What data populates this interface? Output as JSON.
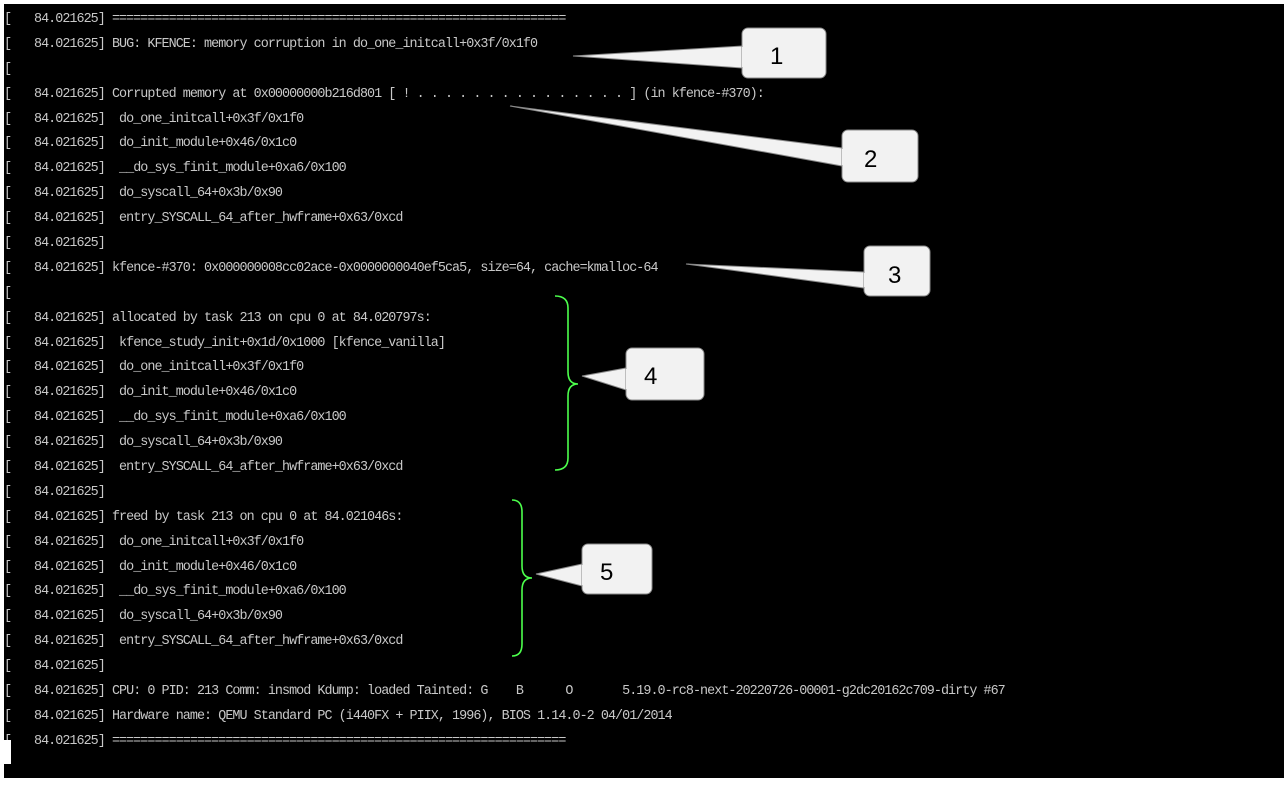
{
  "terminal": {
    "lines": [
      {
        "ts": "84.021625]",
        "msg": " ================================================================"
      },
      {
        "ts": "84.021625]",
        "msg": " BUG: KFENCE: memory corruption in do_one_initcall+0x3f/0x1f0"
      },
      {
        "ts": "",
        "msg": ""
      },
      {
        "ts": "84.021625]",
        "msg": " Corrupted memory at 0x00000000b216d801 [ ! . . . . . . . . . . . . . . . ] (in kfence-#370):"
      },
      {
        "ts": "84.021625]",
        "msg": "  do_one_initcall+0x3f/0x1f0"
      },
      {
        "ts": "84.021625]",
        "msg": "  do_init_module+0x46/0x1c0"
      },
      {
        "ts": "84.021625]",
        "msg": "  __do_sys_finit_module+0xa6/0x100"
      },
      {
        "ts": "84.021625]",
        "msg": "  do_syscall_64+0x3b/0x90"
      },
      {
        "ts": "84.021625]",
        "msg": "  entry_SYSCALL_64_after_hwframe+0x63/0xcd"
      },
      {
        "ts": "84.021625]",
        "msg": ""
      },
      {
        "ts": "84.021625]",
        "msg": " kfence-#370: 0x000000008cc02ace-0x0000000040ef5ca5, size=64, cache=kmalloc-64"
      },
      {
        "ts": "",
        "msg": ""
      },
      {
        "ts": "84.021625]",
        "msg": " allocated by task 213 on cpu 0 at 84.020797s:"
      },
      {
        "ts": "84.021625]",
        "msg": "  kfence_study_init+0x1d/0x1000 [kfence_vanilla]"
      },
      {
        "ts": "84.021625]",
        "msg": "  do_one_initcall+0x3f/0x1f0"
      },
      {
        "ts": "84.021625]",
        "msg": "  do_init_module+0x46/0x1c0"
      },
      {
        "ts": "84.021625]",
        "msg": "  __do_sys_finit_module+0xa6/0x100"
      },
      {
        "ts": "84.021625]",
        "msg": "  do_syscall_64+0x3b/0x90"
      },
      {
        "ts": "84.021625]",
        "msg": "  entry_SYSCALL_64_after_hwframe+0x63/0xcd"
      },
      {
        "ts": "84.021625]",
        "msg": ""
      },
      {
        "ts": "84.021625]",
        "msg": " freed by task 213 on cpu 0 at 84.021046s:"
      },
      {
        "ts": "84.021625]",
        "msg": "  do_one_initcall+0x3f/0x1f0"
      },
      {
        "ts": "84.021625]",
        "msg": "  do_init_module+0x46/0x1c0"
      },
      {
        "ts": "84.021625]",
        "msg": "  __do_sys_finit_module+0xa6/0x100"
      },
      {
        "ts": "84.021625]",
        "msg": "  do_syscall_64+0x3b/0x90"
      },
      {
        "ts": "84.021625]",
        "msg": "  entry_SYSCALL_64_after_hwframe+0x63/0xcd"
      },
      {
        "ts": "84.021625]",
        "msg": ""
      },
      {
        "ts": "84.021625]",
        "msg": " CPU: 0 PID: 213 Comm: insmod Kdump: loaded Tainted: G    B      O       5.19.0-rc8-next-20220726-00001-g2dc20162c709-dirty #67"
      },
      {
        "ts": "84.021625]",
        "msg": " Hardware name: QEMU Standard PC (i440FX + PIIX, 1996), BIOS 1.14.0-2 04/01/2014"
      },
      {
        "ts": "84.021625]",
        "msg": " ================================================================"
      }
    ]
  },
  "callouts": [
    {
      "label": "1"
    },
    {
      "label": "2"
    },
    {
      "label": "3"
    },
    {
      "label": "4"
    },
    {
      "label": "5"
    }
  ],
  "colors": {
    "terminal_bg": "#000000",
    "terminal_fg": "#c8c8c8",
    "brace": "#4cff4c",
    "callout_fill": "#f2f2f2"
  }
}
